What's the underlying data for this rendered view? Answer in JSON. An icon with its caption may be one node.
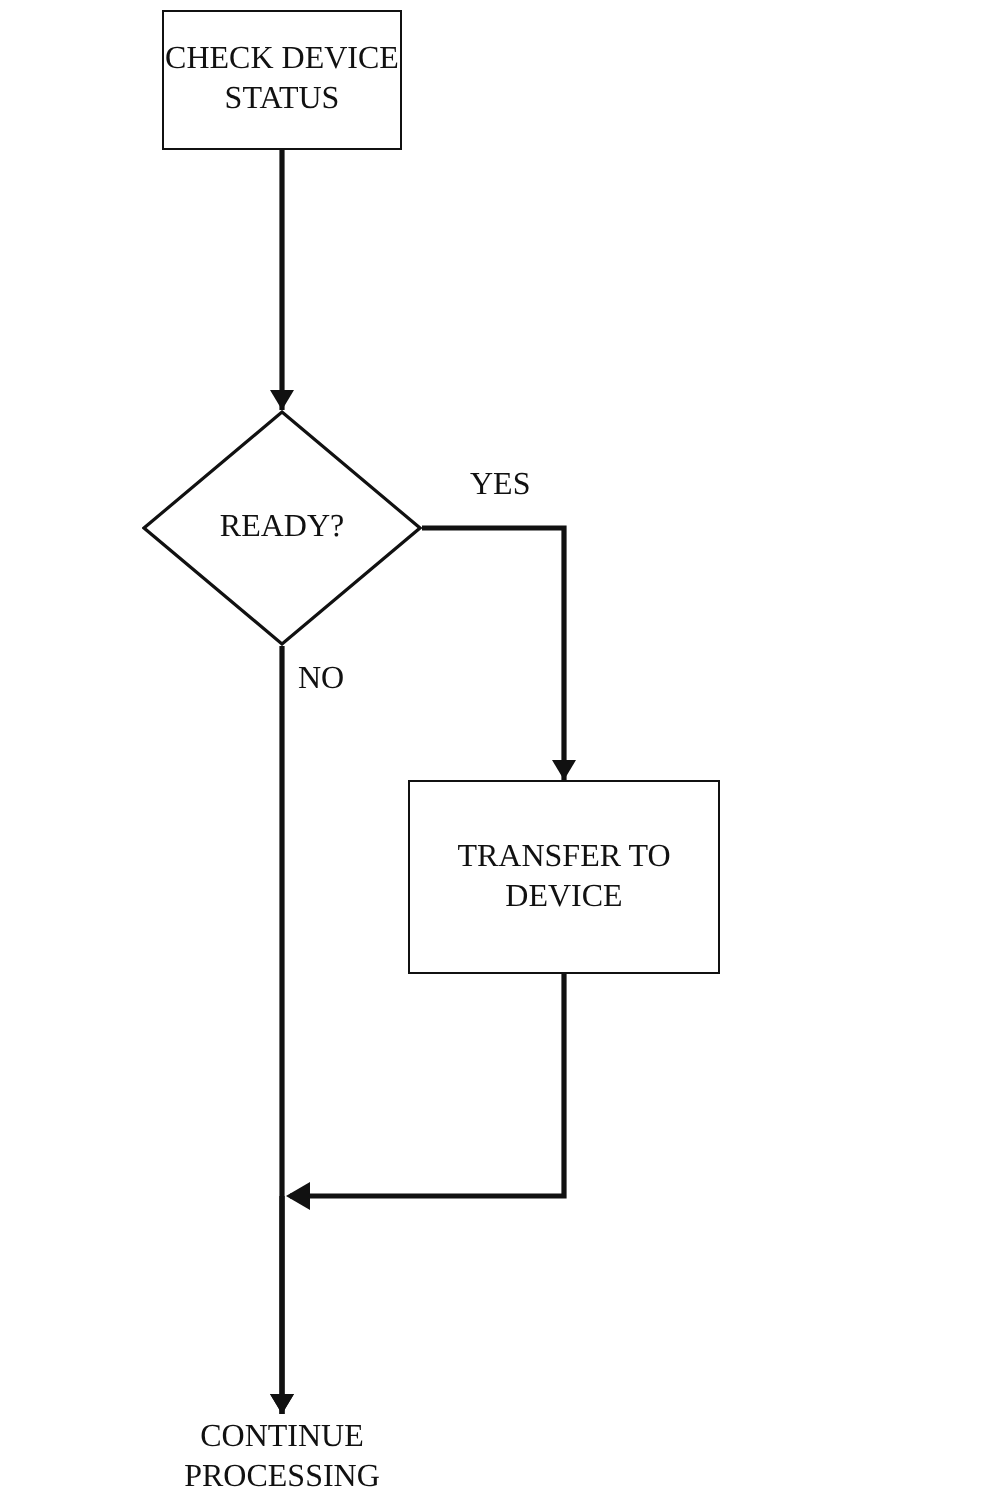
{
  "diagram": {
    "nodes": [
      {
        "text": [
          "CHECK DEVICE STATUS"
        ]
      },
      {
        "text": [
          "READY?"
        ]
      },
      {
        "text": [
          "TRANSFER TO DEVICE"
        ]
      },
      {
        "text": [
          "CONTINUE PROCESSING"
        ]
      }
    ],
    "edges": [
      {
        "from": 0,
        "to": 1,
        "arrow": "to"
      },
      {
        "from": 1,
        "to": 2,
        "arrow": "to",
        "label": "YES"
      },
      {
        "from": 1,
        "to": 3,
        "arrow": "to",
        "label": "NO"
      },
      {
        "from": 2,
        "to": 3,
        "arrow": "to"
      }
    ]
  }
}
